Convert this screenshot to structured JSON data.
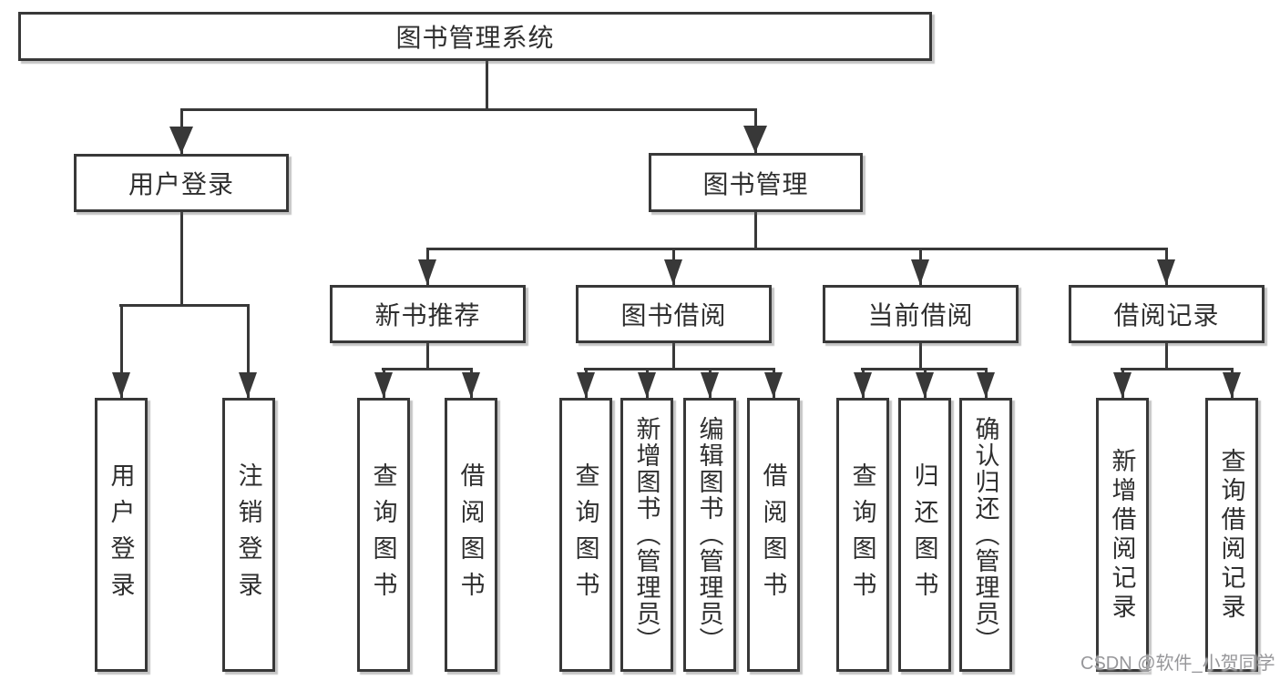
{
  "tree": {
    "label": "图书管理系统",
    "children": [
      {
        "label": "用户登录",
        "children": [
          {
            "label": "用户登录"
          },
          {
            "label": "注销登录"
          }
        ]
      },
      {
        "label": "图书管理",
        "children": [
          {
            "label": "新书推荐",
            "children": [
              {
                "label": "查询图书"
              },
              {
                "label": "借阅图书"
              }
            ]
          },
          {
            "label": "图书借阅",
            "children": [
              {
                "label": "查询图书"
              },
              {
                "label": "新增图书（管理员）"
              },
              {
                "label": "编辑图书（管理员）"
              },
              {
                "label": "借阅图书"
              }
            ]
          },
          {
            "label": "当前借阅",
            "children": [
              {
                "label": "查询图书"
              },
              {
                "label": "归还图书"
              },
              {
                "label": "确认归还（管理员）"
              }
            ]
          },
          {
            "label": "借阅记录",
            "children": [
              {
                "label": "新增借阅记录"
              },
              {
                "label": "查询借阅记录"
              }
            ]
          }
        ]
      }
    ]
  },
  "watermark": {
    "text": "CSDN @软件_小贺同学",
    "color": "#97979a"
  },
  "colors": {
    "line": "#383838",
    "text": "#2f2f2f",
    "background": "#ffffff"
  }
}
